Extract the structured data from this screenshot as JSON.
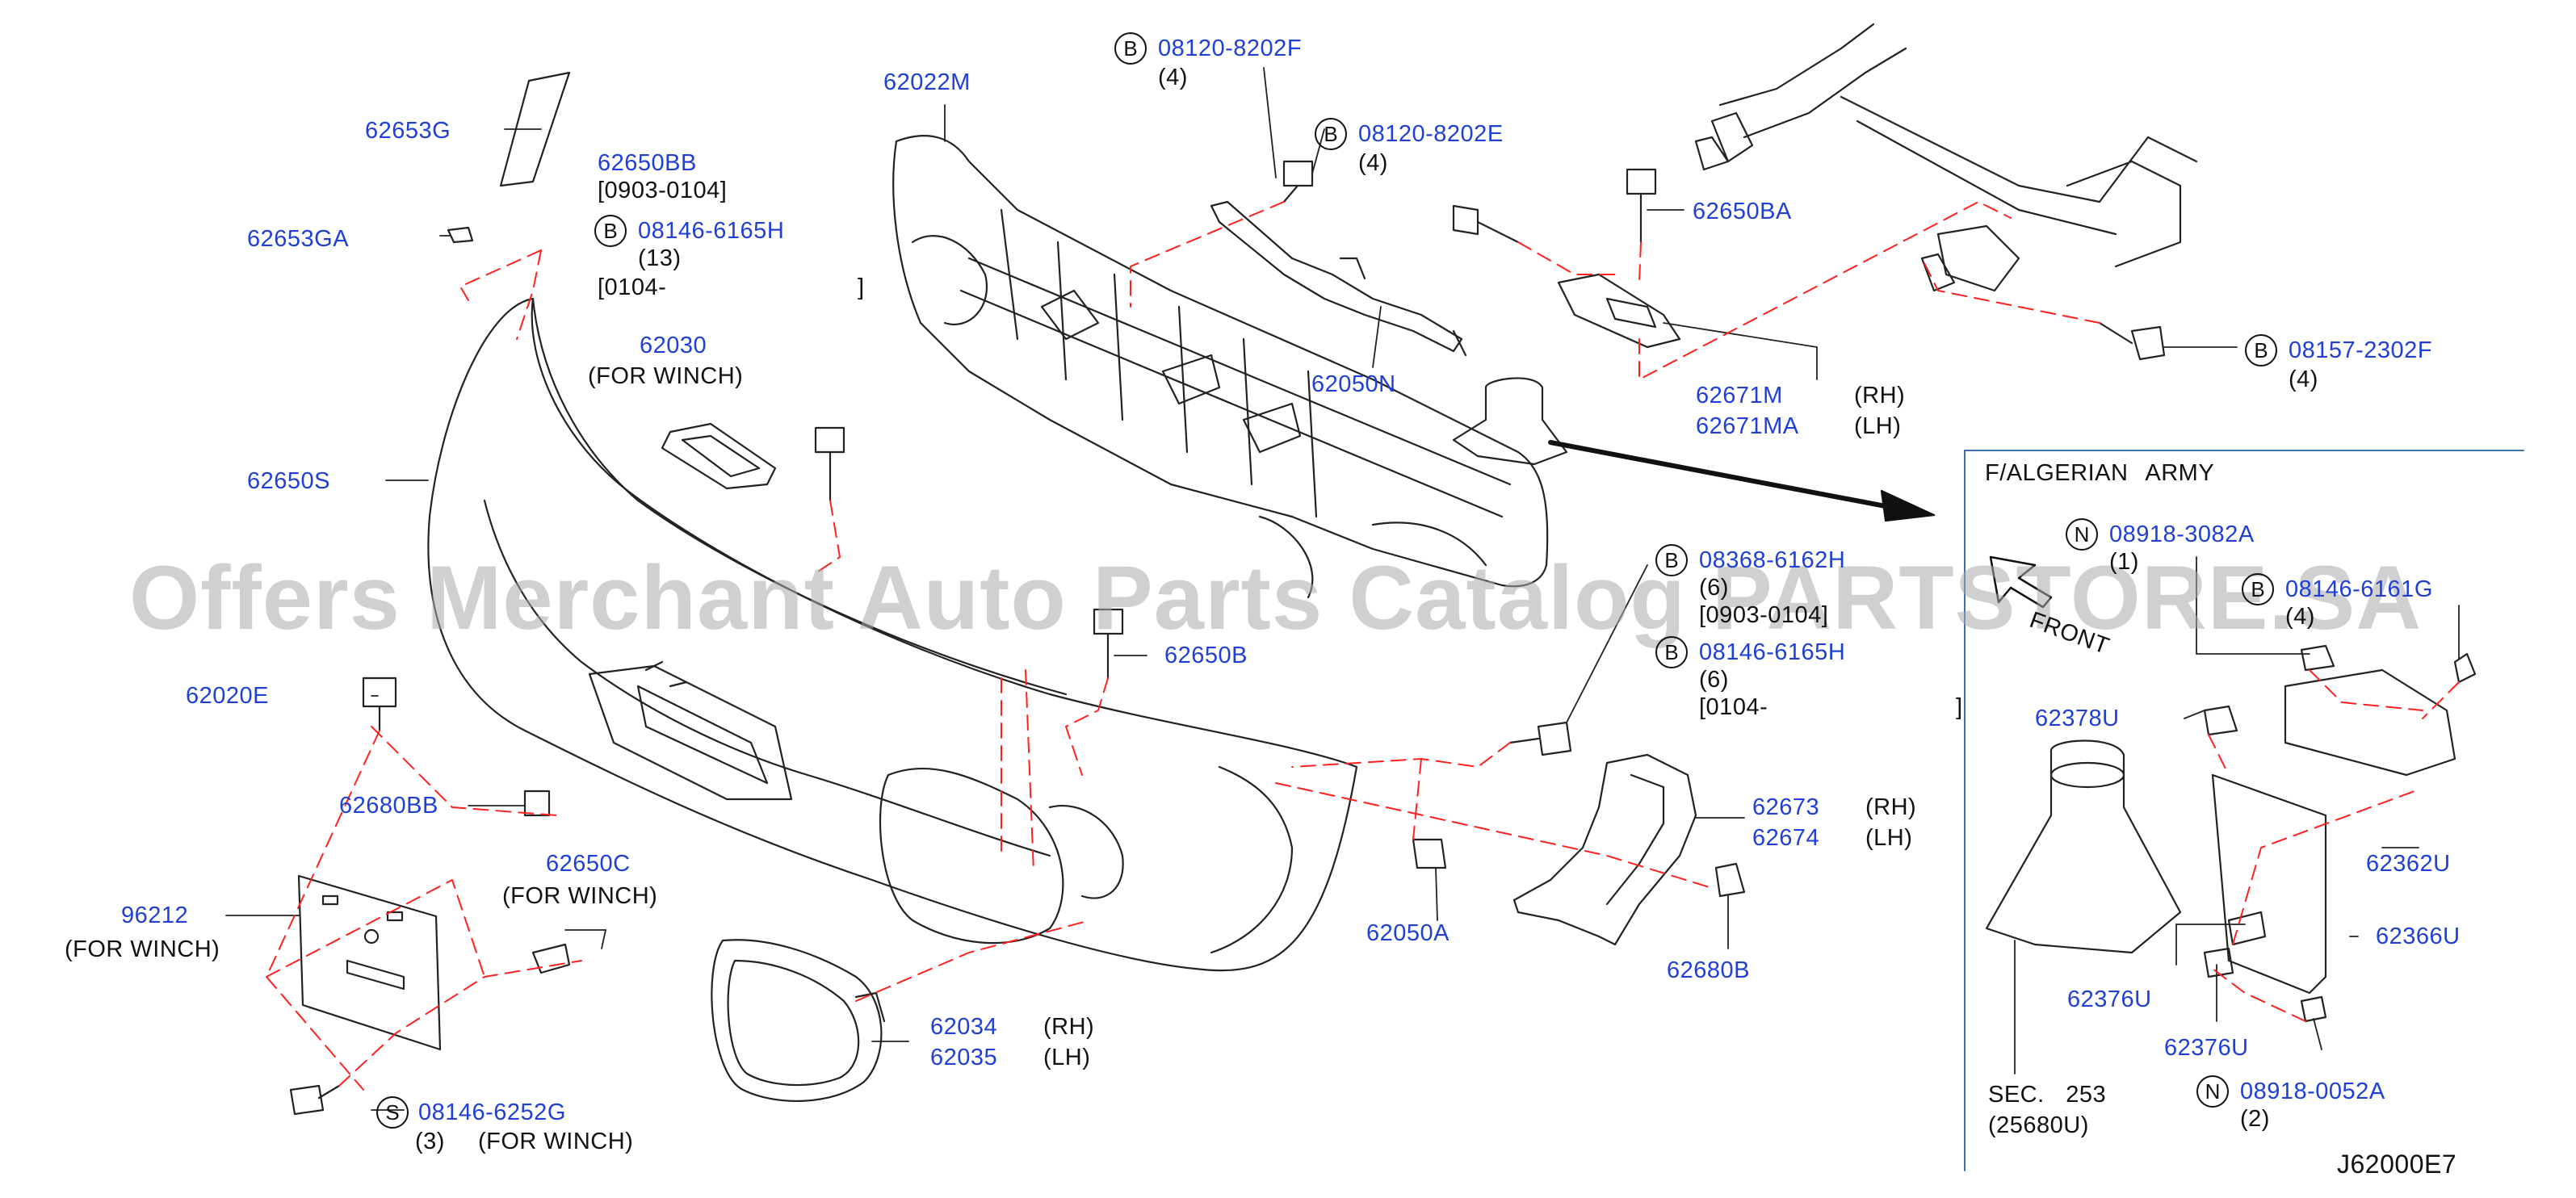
{
  "diagram_id": "J62000E7",
  "watermark": "Offers Merchant Auto Parts Catalog PARTSTORE.SA",
  "colors": {
    "part_number": "#1f3fd6",
    "text": "#111111",
    "leader": "#ff2020",
    "line": "#222222"
  },
  "labels": {
    "p62653G": "62653G",
    "p62653GA": "62653GA",
    "p62650BB": "62650BB",
    "p62650BB_range": "[0903-0104]",
    "c08146_6165H": "B",
    "p08146_6165H": "08146-6165H",
    "p08146_6165H_qty": "(13)",
    "p08146_6165H_range_open": "[0104-",
    "p08146_6165H_range_close": "]",
    "p62030": "62030",
    "p62030_note": "(FOR WINCH)",
    "p62650S": "62650S",
    "p62020E": "62020E",
    "p62680BB": "62680BB",
    "p96212": "96212",
    "p96212_note": "(FOR WINCH)",
    "p62650C": "62650C",
    "p62650C_note": "(FOR WINCH)",
    "c08146_6252G": "S",
    "p08146_6252G": "08146-6252G",
    "p08146_6252G_qty": "(3)",
    "p08146_6252G_note": "(FOR WINCH)",
    "p62022M": "62022M",
    "c08120_8202F": "B",
    "p08120_8202F": "08120-8202F",
    "p08120_8202F_qty": "(4)",
    "c08120_8202E": "B",
    "p08120_8202E": "08120-8202E",
    "p08120_8202E_qty": "(4)",
    "p62650BA": "62650BA",
    "p62050N": "62050N",
    "p62671M": "62671M",
    "p62671M_side": "(RH)",
    "p62671MA": "62671MA",
    "p62671MA_side": "(LH)",
    "c08157_2302F": "B",
    "p08157_2302F": "08157-2302F",
    "p08157_2302F_qty": "(4)",
    "p62650B": "62650B",
    "c08368_6162H": "B",
    "p08368_6162H": "08368-6162H",
    "p08368_6162H_qty": "(6)",
    "p08368_6162H_range": "[0903-0104]",
    "c08146_6165H_b": "B",
    "p08146_6165H_b": "08146-6165H",
    "p08146_6165H_b_qty": "(6)",
    "p08146_6165H_b_range_open": "[0104-",
    "p08146_6165H_b_range_close": "]",
    "p62673": "62673",
    "p62673_side": "(RH)",
    "p62674": "62674",
    "p62674_side": "(LH)",
    "p62050A": "62050A",
    "p62680B": "62680B",
    "p62034": "62034",
    "p62034_side": "(RH)",
    "p62035": "62035",
    "p62035_side": "(LH)"
  },
  "inset": {
    "title": "F/ALGERIAN ARMY",
    "front_label": "FRONT",
    "c08918_3082A": "N",
    "p08918_3082A": "08918-3082A",
    "p08918_3082A_qty": "(1)",
    "c08146_6161G": "B",
    "p08146_6161G": "08146-6161G",
    "p08146_6161G_qty": "(4)",
    "p62378U": "62378U",
    "p62362U": "62362U",
    "p62366U": "62366U",
    "p62376U_a": "62376U",
    "p62376U_b": "62376U",
    "c08918_0052A": "N",
    "p08918_0052A": "08918-0052A",
    "p08918_0052A_qty": "(2)",
    "sec_label": "SEC. 253",
    "sec_part": "(25680U)"
  }
}
